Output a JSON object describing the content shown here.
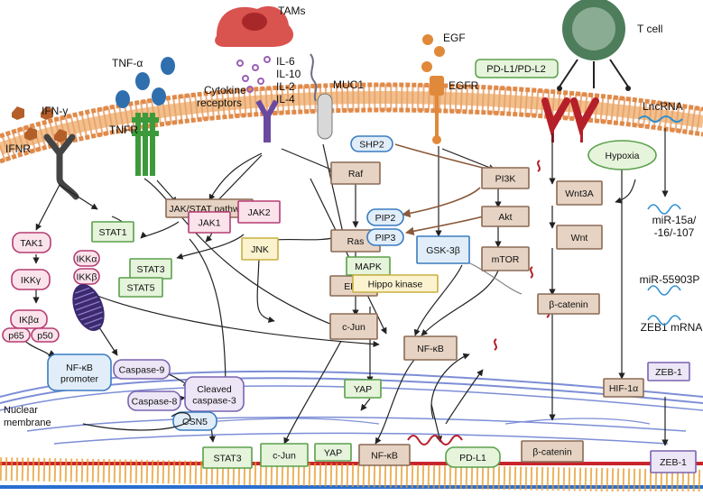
{
  "colors": {
    "membrane_tail": "#e8a06a",
    "membrane_head": "#f2c08c",
    "tan_fill": "#e6d3c3",
    "tan_stroke": "#8a6a55",
    "green_fill": "#e6f4dc",
    "green_stroke": "#5aa04a",
    "yellow_fill": "#fbf3cf",
    "yellow_stroke": "#c9b040",
    "pink_fill": "#fbe3ec",
    "pink_stroke": "#b63c72",
    "lavender_fill": "#ece6f6",
    "lavender_stroke": "#7a64b0",
    "blue_fill": "#e1eef9",
    "blue_stroke": "#3a7cc0",
    "receptor_green": "#3d9a3a",
    "receptor_red": "#b51f2a",
    "receptor_purple": "#6a4aa0",
    "egf_orange": "#e0893a",
    "tam_red": "#d9534f",
    "tcell_green": "#4d7d5a",
    "ifn_brown": "#b45f2a",
    "tnf_blue": "#2f6fae",
    "nucleus_blue": "#7d8ed6",
    "dna_red": "#c8242c",
    "dna_blue": "#2a6fd0",
    "arrow": "#222222",
    "arrow_brown": "#8a5a3a"
  },
  "labels": {
    "tams": "TAMs",
    "egf": "EGF",
    "tcell": "T cell",
    "tnf_alpha": "TNF-α",
    "il6": "IL-6",
    "il10": "IL-10",
    "il2": "IL-2",
    "il4": "IL-4",
    "muc1": "MUC1",
    "egfr": "EGFR",
    "pdl1_pdl2": "PD-L1/PD-L2",
    "tnfr": "TNFR",
    "cytokine_receptors": "Cytokine receptors",
    "ifn_gamma": "IFN-γ",
    "ifnr": "IFNR",
    "lncrna": "LncRNA",
    "nuclear_membrane": "Nuclear membrane"
  },
  "nodes": {
    "jak_stat": "JAK/STAT pathway",
    "jak1": "JAK1",
    "jak2": "JAK2",
    "stat1": "STAT1",
    "stat3": "STAT3",
    "stat5": "STAT5",
    "tak1": "TAK1",
    "ikka": "IKKα",
    "ikkg": "IKKγ",
    "ikkb": "IKKβ",
    "ikba": "IKβα",
    "p65": "p65",
    "p50": "p50",
    "nfkb_promoter_line1": "NF-κB",
    "nfkb_promoter_line2": "promoter",
    "caspase9": "Caspase-9",
    "caspase8": "Caspase-8",
    "cleaved_casp_line1": "Cleaved",
    "cleaved_casp_line2": "caspase-3",
    "csn5": "CSN5",
    "raf": "Raf",
    "ras": "Ras",
    "erk": "ERK",
    "cjun": "c-Jun",
    "jnk": "JNK",
    "mapk": "MAPK",
    "hippo": "Hippo kinase",
    "yap": "YAP",
    "shp2": "SHP2",
    "pip2": "PIP2",
    "pip3": "PIP3",
    "pi3k": "PI3K",
    "akt": "Akt",
    "mtor": "mTOR",
    "gsk3b": "GSK-3β",
    "nfkb": "NF-κB",
    "hypoxia": "Hypoxia",
    "wnt3a": "Wnt3A",
    "wnt": "Wnt",
    "bcatenin": "β-catenin",
    "mir15_line1": "miR-15a/",
    "mir15_line2": "-16/-107",
    "mir55903p": "miR-55903P",
    "zeb1_mrna": "ZEB1 mRNA",
    "zeb1": "ZEB-1",
    "hif1a": "HIF-1α",
    "stat3_nuc": "STAT3",
    "cjun_nuc": "c-Jun",
    "yap_nuc": "YAP",
    "nfkb_nuc": "NF-κB",
    "pdl1_nuc": "PD-L1",
    "bcatenin_nuc": "β-catenin",
    "zeb1_nuc": "ZEB-1"
  }
}
